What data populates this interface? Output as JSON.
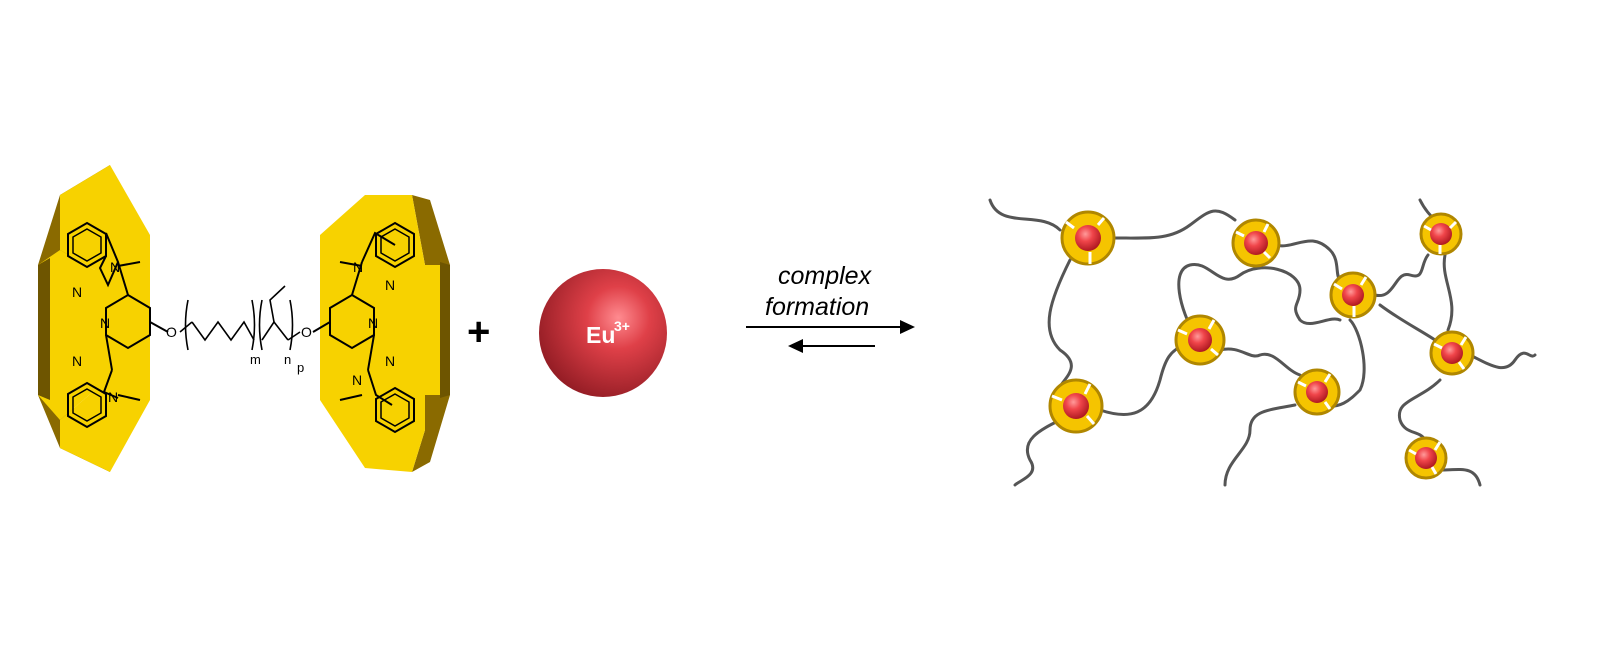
{
  "ligand": {
    "atom_n": "N",
    "atom_o": "O",
    "sub_m": "m",
    "sub_n": "n",
    "sub_p": "p"
  },
  "plus_sign": "+",
  "metal_ion": {
    "symbol": "Eu",
    "charge": "3+"
  },
  "equilibrium": {
    "line1": "complex",
    "line2": "formation"
  },
  "colors": {
    "ligand_yellow": "#f7d200",
    "ligand_shadow": "#8a6a00",
    "ion_red": "#c8343b",
    "polymer_gray": "#555555"
  }
}
